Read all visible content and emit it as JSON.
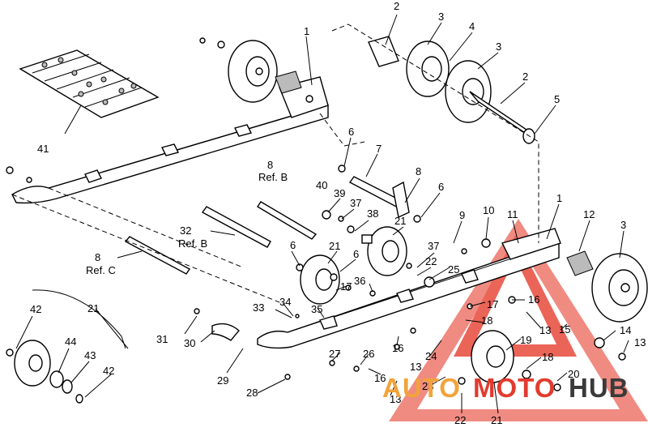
{
  "diagram": {
    "callouts": [
      {
        "n": "1"
      },
      {
        "n": "2"
      },
      {
        "n": "3"
      },
      {
        "n": "4"
      },
      {
        "n": "3"
      },
      {
        "n": "2"
      },
      {
        "n": "5"
      },
      {
        "n": "6"
      },
      {
        "n": "7"
      },
      {
        "n": "8"
      },
      {
        "n": "Ref. B"
      },
      {
        "n": "8"
      },
      {
        "n": "6"
      },
      {
        "n": "40"
      },
      {
        "n": "39"
      },
      {
        "n": "37"
      },
      {
        "n": "38"
      },
      {
        "n": "21"
      },
      {
        "n": "9"
      },
      {
        "n": "10"
      },
      {
        "n": "11"
      },
      {
        "n": "1"
      },
      {
        "n": "12"
      },
      {
        "n": "3"
      },
      {
        "n": "32"
      },
      {
        "n": "Ref. B"
      },
      {
        "n": "8"
      },
      {
        "n": "Ref. C"
      },
      {
        "n": "6"
      },
      {
        "n": "21"
      },
      {
        "n": "6"
      },
      {
        "n": "37"
      },
      {
        "n": "22"
      },
      {
        "n": "25"
      },
      {
        "n": "36"
      },
      {
        "n": "17"
      },
      {
        "n": "34"
      },
      {
        "n": "33"
      },
      {
        "n": "35"
      },
      {
        "n": "17"
      },
      {
        "n": "16"
      },
      {
        "n": "13"
      },
      {
        "n": "15"
      },
      {
        "n": "14"
      },
      {
        "n": "13"
      },
      {
        "n": "18"
      },
      {
        "n": "19"
      },
      {
        "n": "18"
      },
      {
        "n": "20"
      },
      {
        "n": "41"
      },
      {
        "n": "21"
      },
      {
        "n": "42"
      },
      {
        "n": "44"
      },
      {
        "n": "43"
      },
      {
        "n": "42"
      },
      {
        "n": "31"
      },
      {
        "n": "30"
      },
      {
        "n": "29"
      },
      {
        "n": "28"
      },
      {
        "n": "27"
      },
      {
        "n": "26"
      },
      {
        "n": "16"
      },
      {
        "n": "13"
      },
      {
        "n": "16"
      },
      {
        "n": "13"
      },
      {
        "n": "24"
      },
      {
        "n": "23"
      },
      {
        "n": "22"
      },
      {
        "n": "21"
      }
    ]
  },
  "watermark": {
    "part1": "AUTO",
    "part2": "MOTO",
    "part3": "HUB",
    "color1": "#f2a33a",
    "color2": "#e23b2e",
    "color3": "#3a3a3a"
  }
}
